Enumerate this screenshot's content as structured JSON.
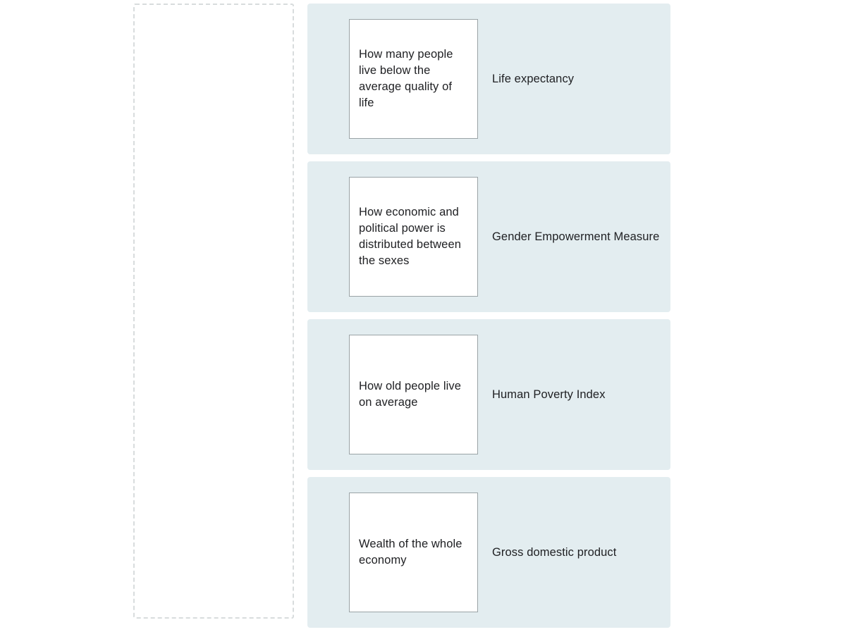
{
  "colors": {
    "row_background": "#e3edf0",
    "card_background": "#ffffff",
    "card_border": "#9aa3a6",
    "dropzone_border": "#d8dcdd",
    "text": "#202124",
    "page_background": "#ffffff"
  },
  "drop_zone": {
    "label": "",
    "state": "empty"
  },
  "match_rows": [
    {
      "prompt": "How many people live below the average quality of life",
      "answer": "Life expectancy"
    },
    {
      "prompt": "How economic and political power is distributed between the sexes",
      "answer": "Gender Empowerment Measure"
    },
    {
      "prompt": "How old people live on average",
      "answer": "Human Poverty Index"
    },
    {
      "prompt": "Wealth of the whole economy",
      "answer": "Gross domestic product"
    }
  ]
}
